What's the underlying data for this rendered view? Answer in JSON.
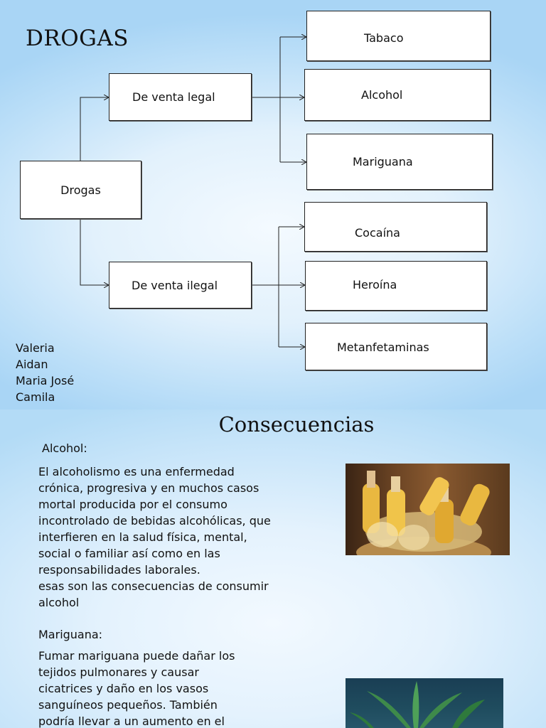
{
  "slide1": {
    "title": "DROGAS",
    "root": "Drogas",
    "legal": {
      "label": "De venta legal",
      "items": [
        "Tabaco",
        "Alcohol",
        "Mariguana"
      ]
    },
    "illegal": {
      "label": "De venta ilegal",
      "items": [
        "Cocaína",
        "Heroína",
        "Metanfetaminas"
      ]
    },
    "authors": [
      "Valeria",
      "Aidan",
      "Maria José",
      "Camila"
    ]
  },
  "slide2": {
    "title": "Consecuencias",
    "alcohol": {
      "heading": "Alcohol:",
      "lines": [
        "El alcoholismo es una enfermedad",
        "crónica, progresiva y en muchos casos",
        "mortal producida por el consumo",
        "incontrolado de bebidas alcohólicas, que",
        "interfieren en la salud física, mental,",
        "social o familiar así como en las",
        "responsabilidades laborales.",
        "esas son las consecuencias de consumir",
        "alcohol"
      ]
    },
    "mariguana": {
      "heading": "Mariguana:",
      "lines": [
        "Fumar mariguana puede dañar los",
        "tejidos pulmonares y causar",
        "cicatrices y daño en los vasos",
        "sanguíneos pequeños. También",
        "podría llevar a un aumento en el"
      ]
    }
  }
}
